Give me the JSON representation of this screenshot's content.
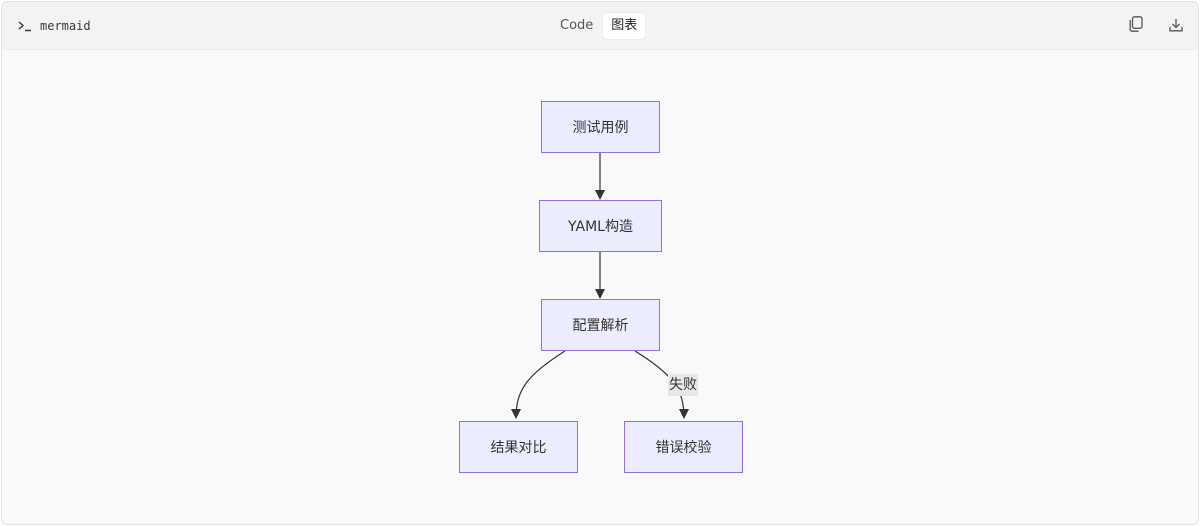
{
  "toolbar": {
    "language": "mermaid",
    "tabs": [
      {
        "label": "Code",
        "active": false
      },
      {
        "label": "图表",
        "active": true
      }
    ],
    "actions": [
      {
        "icon": "copy-icon"
      },
      {
        "icon": "download-icon"
      }
    ]
  },
  "diagram": {
    "type": "flowchart",
    "nodes": {
      "test_case": "测试用例",
      "yaml_build": "YAML构造",
      "config_parse": "配置解析",
      "result_compare": "结果对比",
      "error_check": "错误校验"
    },
    "edges": [
      {
        "from": "test_case",
        "to": "yaml_build",
        "label": ""
      },
      {
        "from": "yaml_build",
        "to": "config_parse",
        "label": ""
      },
      {
        "from": "config_parse",
        "to": "result_compare",
        "label": ""
      },
      {
        "from": "config_parse",
        "to": "error_check",
        "label": "失败"
      }
    ]
  },
  "colors": {
    "node_fill": "#ececff",
    "node_border": "#9370db",
    "edge": "#333333",
    "edge_label_bg": "#e8e8e8"
  }
}
